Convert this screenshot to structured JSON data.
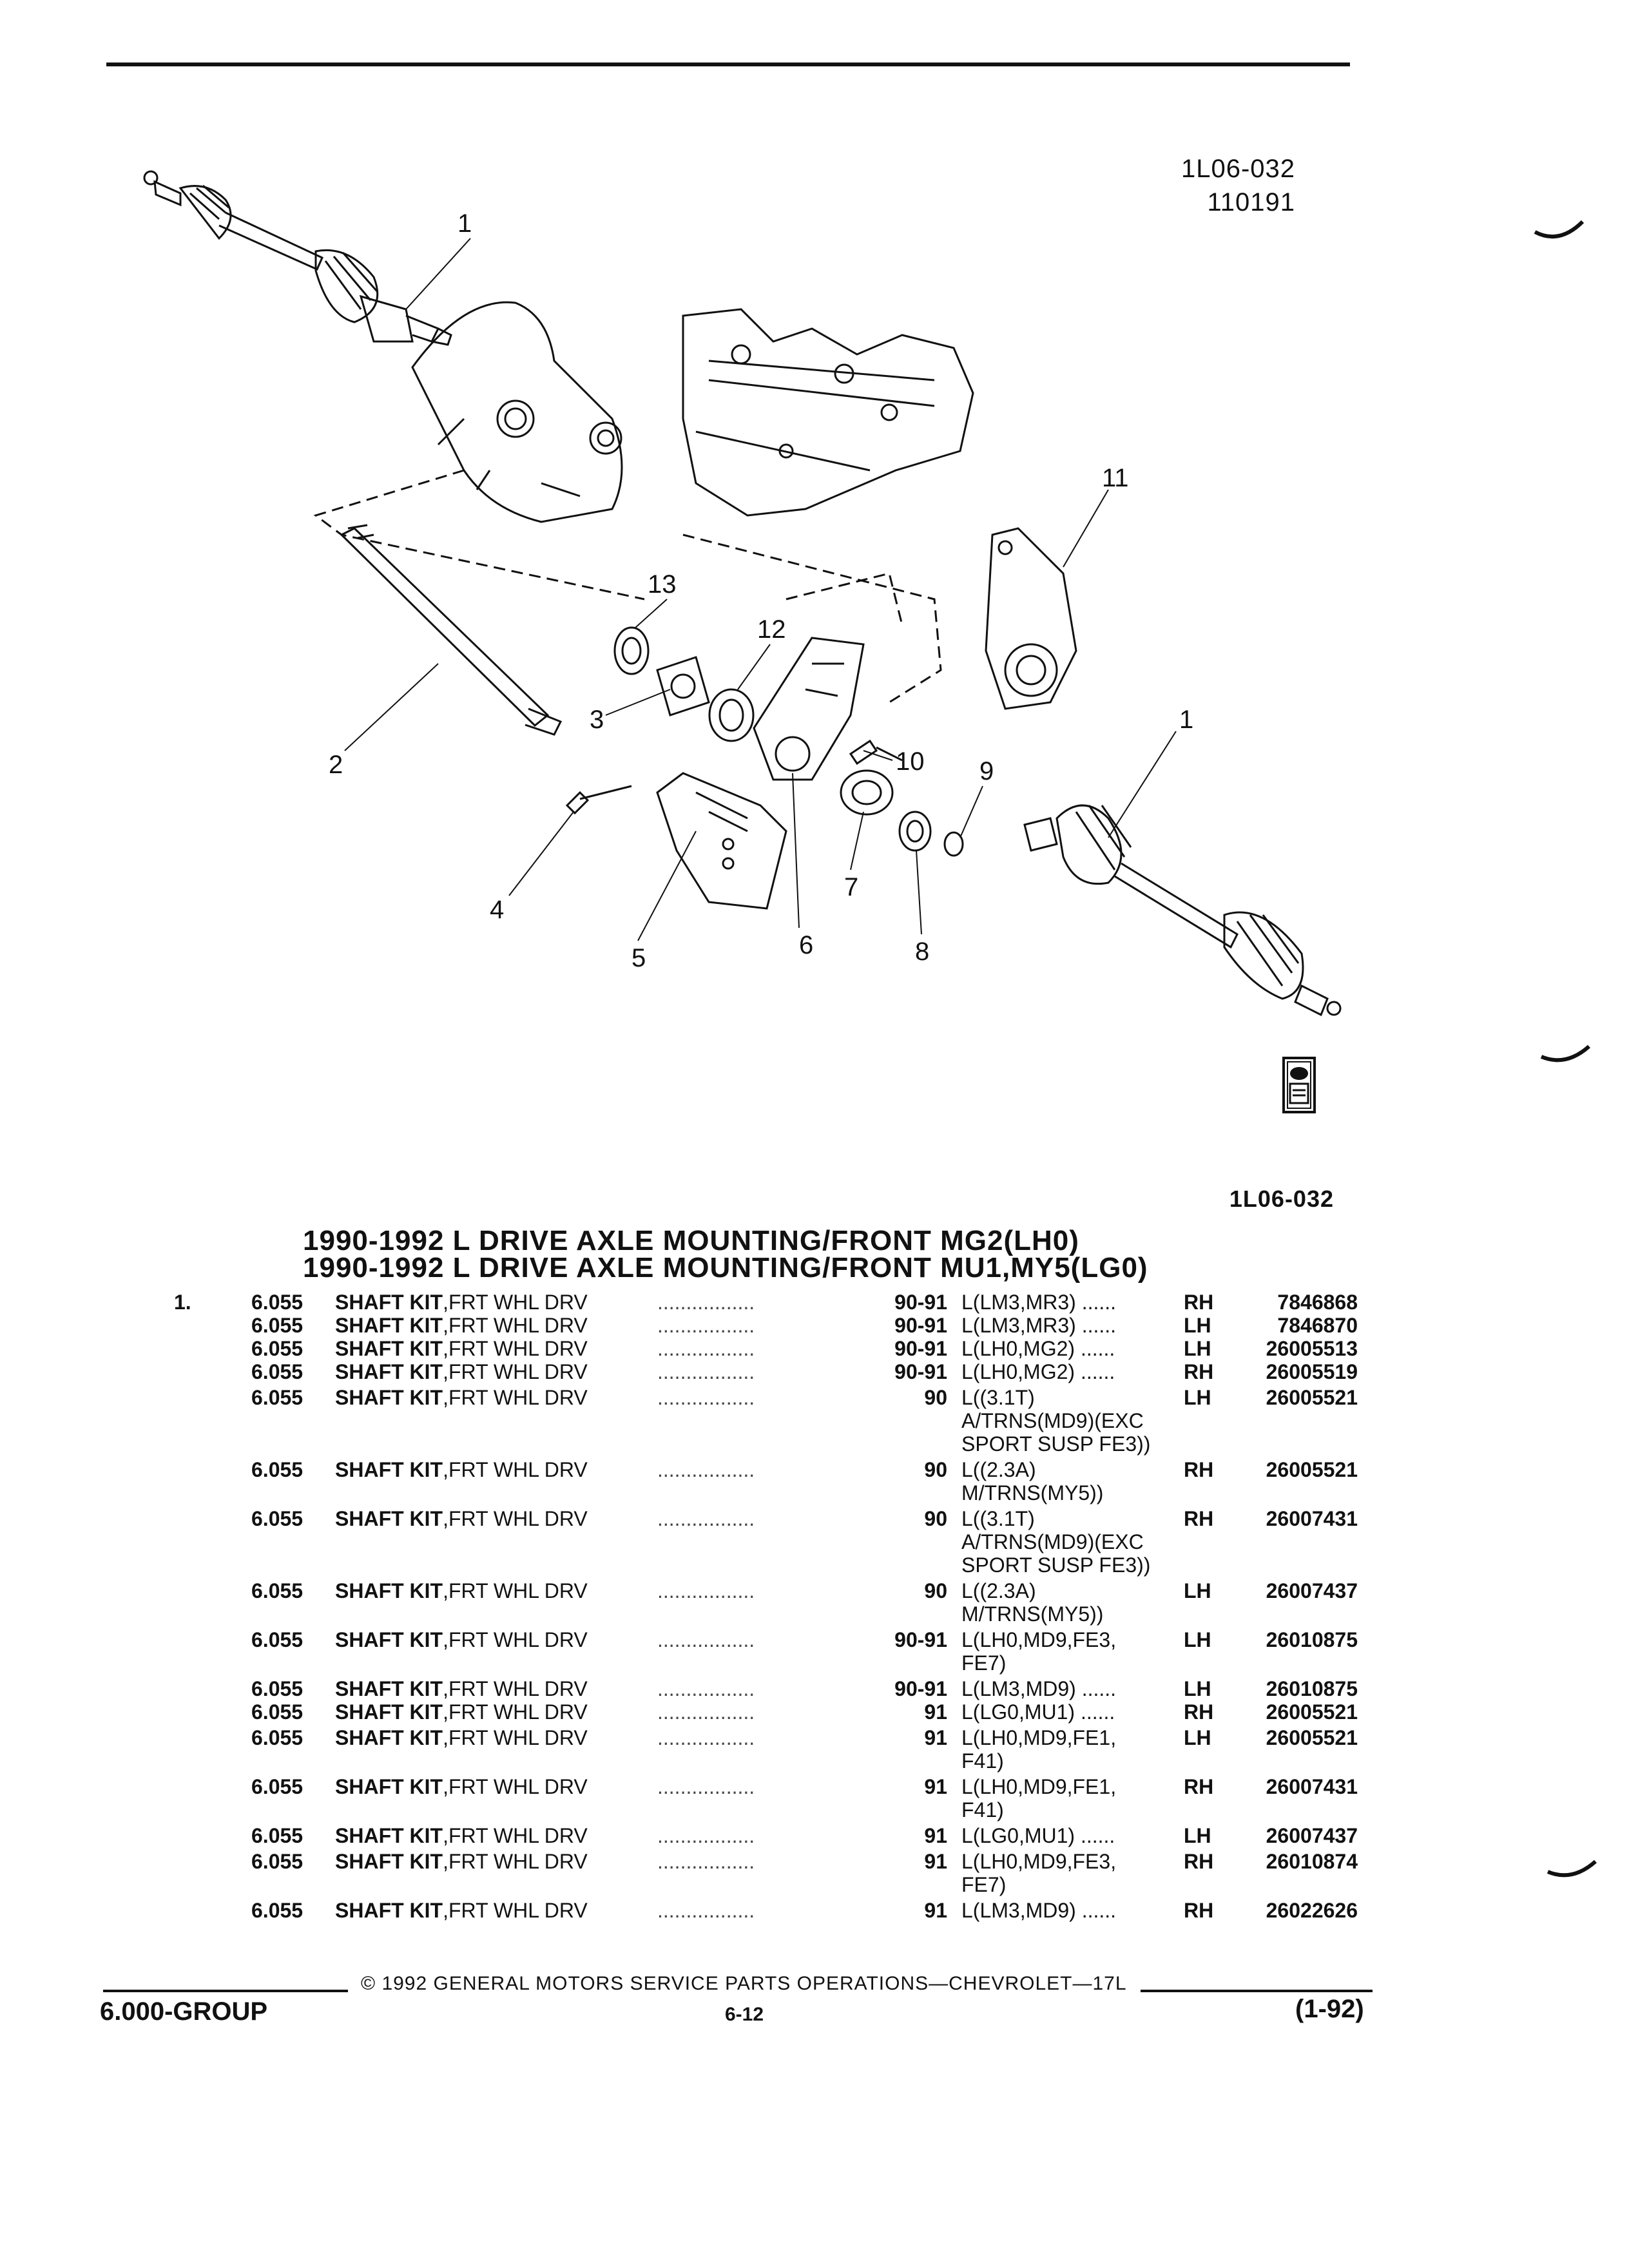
{
  "header": {
    "ref_top": "1L06-032",
    "ref_date": "110191",
    "ref_bottom": "1L06-032"
  },
  "diagram": {
    "callouts": [
      "1",
      "1",
      "2",
      "3",
      "4",
      "5",
      "6",
      "7",
      "8",
      "9",
      "10",
      "11",
      "12",
      "13"
    ]
  },
  "titles": [
    "1990-1992 L DRIVE AXLE MOUNTING/FRONT MG2(LH0)",
    "1990-1992 L DRIVE AXLE MOUNTING/FRONT MU1,MY5(LG0)"
  ],
  "parts": [
    {
      "num": "1.",
      "code": "6.055",
      "d1": "SHAFT KIT",
      "d2": ",FRT WHL DRV",
      "yr": "90-91",
      "app": [
        "L(LM3,MR3) ......"
      ],
      "side": "RH",
      "part": "7846868"
    },
    {
      "num": "",
      "code": "6.055",
      "d1": "SHAFT KIT",
      "d2": ",FRT WHL DRV",
      "yr": "90-91",
      "app": [
        "L(LM3,MR3) ......"
      ],
      "side": "LH",
      "part": "7846870"
    },
    {
      "num": "",
      "code": "6.055",
      "d1": "SHAFT KIT",
      "d2": ",FRT WHL DRV",
      "yr": "90-91",
      "app": [
        "L(LH0,MG2) ......"
      ],
      "side": "LH",
      "part": "26005513"
    },
    {
      "num": "",
      "code": "6.055",
      "d1": "SHAFT KIT",
      "d2": ",FRT WHL DRV",
      "yr": "90-91",
      "app": [
        "L(LH0,MG2) ......"
      ],
      "side": "RH",
      "part": "26005519"
    },
    {
      "num": "",
      "code": "6.055",
      "d1": "SHAFT KIT",
      "d2": ",FRT WHL DRV",
      "yr": "90",
      "app": [
        "L((3.1T)",
        "A/TRNS(MD9)(EXC",
        "SPORT SUSP FE3))"
      ],
      "side": "LH",
      "part": "26005521"
    },
    {
      "num": "",
      "code": "6.055",
      "d1": "SHAFT KIT",
      "d2": ",FRT WHL DRV",
      "yr": "90",
      "app": [
        "L((2.3A)",
        "M/TRNS(MY5))"
      ],
      "side": "RH",
      "part": "26005521"
    },
    {
      "num": "",
      "code": "6.055",
      "d1": "SHAFT KIT",
      "d2": ",FRT WHL DRV",
      "yr": "90",
      "app": [
        "L((3.1T)",
        "A/TRNS(MD9)(EXC",
        "SPORT SUSP FE3))"
      ],
      "side": "RH",
      "part": "26007431"
    },
    {
      "num": "",
      "code": "6.055",
      "d1": "SHAFT KIT",
      "d2": ",FRT WHL DRV",
      "yr": "90",
      "app": [
        "L((2.3A)",
        "M/TRNS(MY5))"
      ],
      "side": "LH",
      "part": "26007437"
    },
    {
      "num": "",
      "code": "6.055",
      "d1": "SHAFT KIT",
      "d2": ",FRT WHL DRV",
      "yr": "90-91",
      "app": [
        "L(LH0,MD9,FE3,",
        "FE7)"
      ],
      "side": "LH",
      "part": "26010875"
    },
    {
      "num": "",
      "code": "6.055",
      "d1": "SHAFT KIT",
      "d2": ",FRT WHL DRV",
      "yr": "90-91",
      "app": [
        "L(LM3,MD9) ......"
      ],
      "side": "LH",
      "part": "26010875"
    },
    {
      "num": "",
      "code": "6.055",
      "d1": "SHAFT KIT",
      "d2": ",FRT WHL DRV",
      "yr": "91",
      "app": [
        "L(LG0,MU1) ......"
      ],
      "side": "RH",
      "part": "26005521"
    },
    {
      "num": "",
      "code": "6.055",
      "d1": "SHAFT KIT",
      "d2": ",FRT WHL DRV",
      "yr": "91",
      "app": [
        "L(LH0,MD9,FE1,",
        "F41)"
      ],
      "side": "LH",
      "part": "26005521"
    },
    {
      "num": "",
      "code": "6.055",
      "d1": "SHAFT KIT",
      "d2": ",FRT WHL DRV",
      "yr": "91",
      "app": [
        "L(LH0,MD9,FE1,",
        "F41)"
      ],
      "side": "RH",
      "part": "26007431"
    },
    {
      "num": "",
      "code": "6.055",
      "d1": "SHAFT KIT",
      "d2": ",FRT WHL DRV",
      "yr": "91",
      "app": [
        "L(LG0,MU1) ......"
      ],
      "side": "LH",
      "part": "26007437"
    },
    {
      "num": "",
      "code": "6.055",
      "d1": "SHAFT KIT",
      "d2": ",FRT WHL DRV",
      "yr": "91",
      "app": [
        "L(LH0,MD9,FE3,",
        "FE7)"
      ],
      "side": "RH",
      "part": "26010874"
    },
    {
      "num": "",
      "code": "6.055",
      "d1": "SHAFT KIT",
      "d2": ",FRT WHL DRV",
      "yr": "91",
      "app": [
        "L(LM3,MD9) ......"
      ],
      "side": "RH",
      "part": "26022626"
    }
  ],
  "footer": {
    "copyright": "© 1992 GENERAL MOTORS SERVICE PARTS OPERATIONS—CHEVROLET—17L",
    "group": "6.000-GROUP",
    "page": "6-12",
    "revision": "(1-92)"
  }
}
